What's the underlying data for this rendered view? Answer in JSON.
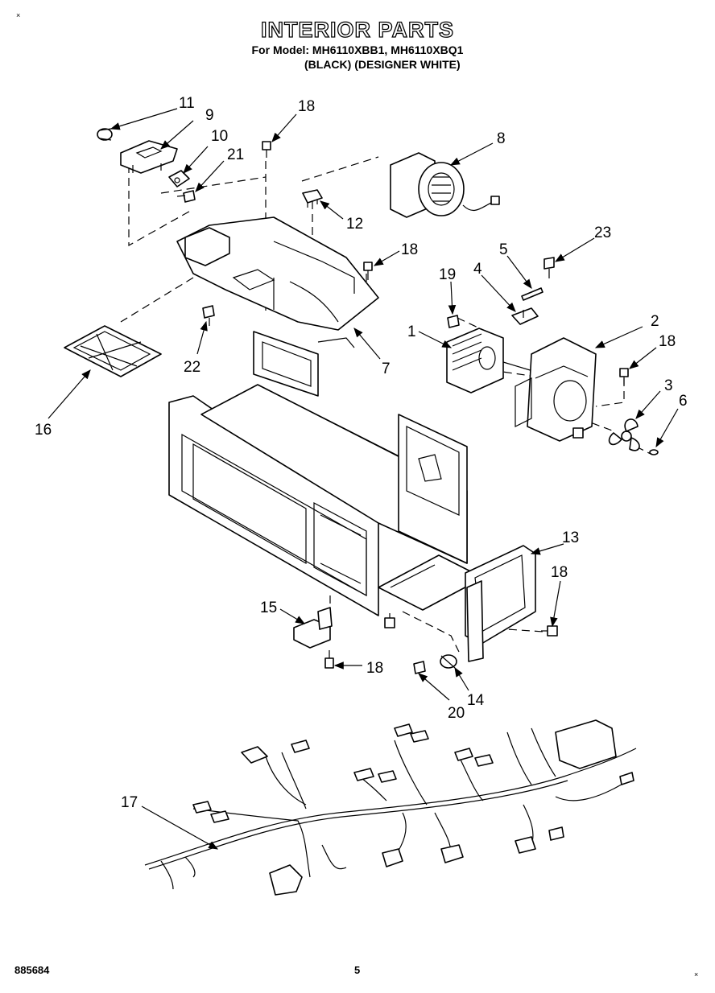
{
  "header": {
    "title": "INTERIOR PARTS",
    "model_line": "For Model: MH6110XBB1, MH6110XBQ1",
    "variant_line": "(BLACK)  (DESIGNER WHITE)"
  },
  "footer": {
    "doc_number": "885684",
    "page_number": "5"
  },
  "corner_marks": [
    "×",
    "×"
  ],
  "callouts": [
    {
      "id": "c11",
      "label": "11"
    },
    {
      "id": "c9",
      "label": "9"
    },
    {
      "id": "c10",
      "label": "10"
    },
    {
      "id": "c21",
      "label": "21"
    },
    {
      "id": "c18a",
      "label": "18"
    },
    {
      "id": "c8",
      "label": "8"
    },
    {
      "id": "c12",
      "label": "12"
    },
    {
      "id": "c18b",
      "label": "18"
    },
    {
      "id": "c5",
      "label": "5"
    },
    {
      "id": "c23",
      "label": "23"
    },
    {
      "id": "c19",
      "label": "19"
    },
    {
      "id": "c4",
      "label": "4"
    },
    {
      "id": "c1",
      "label": "1"
    },
    {
      "id": "c2",
      "label": "2"
    },
    {
      "id": "c18c",
      "label": "18"
    },
    {
      "id": "c3",
      "label": "3"
    },
    {
      "id": "c6",
      "label": "6"
    },
    {
      "id": "c22",
      "label": "22"
    },
    {
      "id": "c7",
      "label": "7"
    },
    {
      "id": "c16",
      "label": "16"
    },
    {
      "id": "c13",
      "label": "13"
    },
    {
      "id": "c18d",
      "label": "18"
    },
    {
      "id": "c15",
      "label": "15"
    },
    {
      "id": "c18e",
      "label": "18"
    },
    {
      "id": "c14",
      "label": "14"
    },
    {
      "id": "c20",
      "label": "20"
    },
    {
      "id": "c17",
      "label": "17"
    }
  ]
}
